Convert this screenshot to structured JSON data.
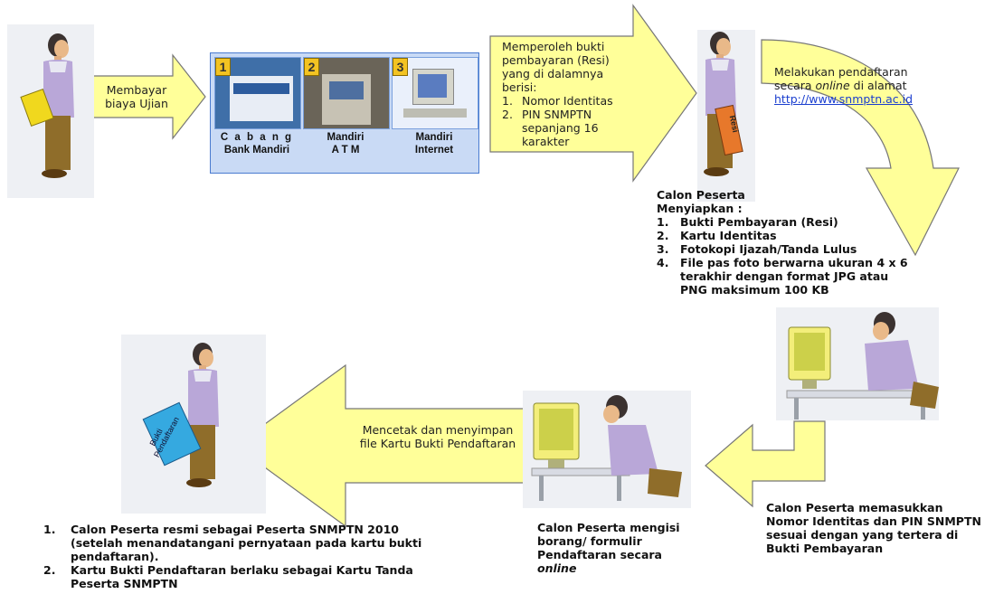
{
  "colors": {
    "arrow_fill": "#ffff99",
    "arrow_stroke": "#777777",
    "shirt": "#b9a7d8",
    "pants": "#8f6d2a",
    "book_yellow": "#f0d81e",
    "resi_orange": "#e7782b",
    "card_blue": "#35a9e0"
  },
  "arrows": {
    "pay": "Membayar biaya Ujian",
    "receipt": {
      "intro": "Memperoleh bukti pembayaran (Resi) yang di dalamnya berisi:",
      "items": [
        "Nomor Identitas",
        "PIN SNMPTN sepanjang 16 karakter"
      ]
    },
    "register": {
      "line1": "Melakukan pendaftaran",
      "line2_pre": "secara ",
      "line2_em": "online",
      "line2_post": " di alamat",
      "url": "http://www.snmptn.ac.id"
    },
    "print": "Mencetak dan menyimpan file Kartu Bukti Pendaftaran"
  },
  "banks": [
    {
      "num": "1",
      "label_line1": "C a b a n g",
      "label_line2": "Bank Mandiri",
      "icon": "bank-building-icon"
    },
    {
      "num": "2",
      "label_line1": "Mandiri",
      "label_line2": "A T M",
      "icon": "atm-icon"
    },
    {
      "num": "3",
      "label_line1": "Mandiri",
      "label_line2": "Internet",
      "icon": "computer-icon"
    }
  ],
  "prepare": {
    "title1": "Calon Peserta",
    "title2": "Menyiapkan :",
    "items": [
      "Bukti Pembayaran (Resi)",
      "Kartu Identitas",
      "Fotokopi Ijazah/Tanda Lulus",
      "File pas foto berwarna ukuran 4 x 6 terakhir dengan format JPG atau PNG maksimum 100 KB"
    ]
  },
  "enter": "Calon Peserta memasukkan Nomor Identitas dan PIN SNMPTN sesuai dengan yang tertera di Bukti Pembayaran",
  "fill": {
    "pre": "Calon Peserta mengisi borang/ formulir Pendaftaran secara ",
    "em": "online"
  },
  "final": [
    "Calon Peserta resmi sebagai Peserta SNMPTN 2010 (setelah menandatangani pernyataan pada kartu bukti pendaftaran).",
    "Kartu Bukti Pendaftaran berlaku sebagai Kartu Tanda Peserta SNMPTN"
  ],
  "props": {
    "resi": "Resi",
    "card": "Bukti Pendaftaran"
  }
}
